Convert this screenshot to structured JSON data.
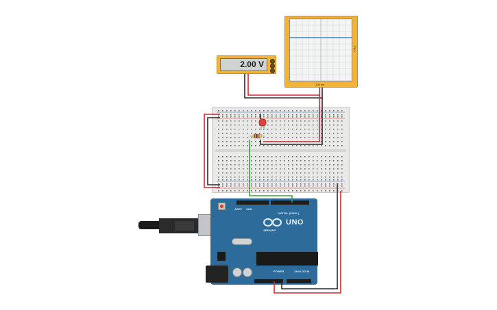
{
  "multimeter": {
    "reading": "2.00 V"
  },
  "oscilloscope": {
    "side_label": "100 V",
    "time_label": "100 ms"
  },
  "arduino": {
    "model": "UNO",
    "brand": "ARDUINO",
    "digital_label": "DIGITAL (PWM~)",
    "power_label": "POWER",
    "analog_label": "ANALOG IN",
    "aref_label": "AREF",
    "gnd_label": "GND"
  },
  "colors": {
    "wire_red": "#d32a2a",
    "wire_black": "#2a2a2a",
    "wire_green": "#3aa33a",
    "board_blue": "#2d6b9a",
    "instrument_orange": "#f1b33a"
  }
}
